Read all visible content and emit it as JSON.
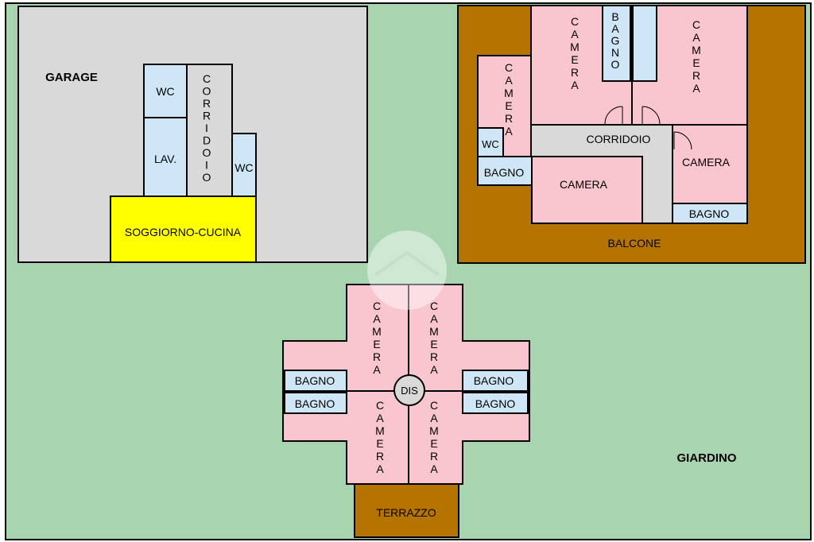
{
  "colors": {
    "garden": "#a8d5b0",
    "garage": "#d9d9d9",
    "balcony": "#b57400",
    "room": "#f9c5cf",
    "bath": "#cfe6f7",
    "living": "#ffff00",
    "corridor": "#d9d9d9",
    "stroke": "#000000"
  },
  "labels": {
    "garage": "GARAGE",
    "wc": "WC",
    "lav": "LAV.",
    "corridoio": "CORRIDOIO",
    "soggiorno": "SOGGIORNO-CUCINA",
    "camera": "CAMERA",
    "bagno": "BAGNO",
    "balcone": "BALCONE",
    "dis": "DIS",
    "terrazzo": "TERRAZZO",
    "giardino": "GIARDINO"
  }
}
